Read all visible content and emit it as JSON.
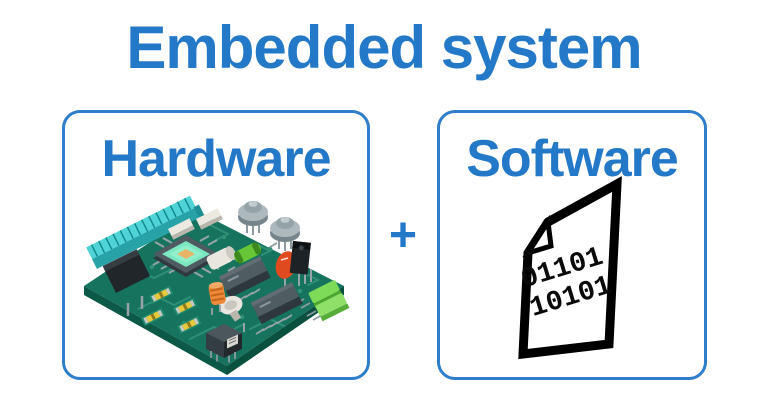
{
  "page": {
    "background": "#ffffff"
  },
  "colors": {
    "accent_text": "#2478c8",
    "box_border": "#2e7ecb",
    "icon_black": "#000000",
    "board_green": "#15735e",
    "connector_cyan": "#4fd3d6"
  },
  "title": "Embedded system",
  "diagram": {
    "hardware": {
      "label": "Hardware",
      "icon": "circuit-board"
    },
    "operator": "+",
    "software": {
      "label": "Software",
      "icon": "binary-document",
      "binary_lines": [
        "01101",
        "10101"
      ]
    }
  }
}
